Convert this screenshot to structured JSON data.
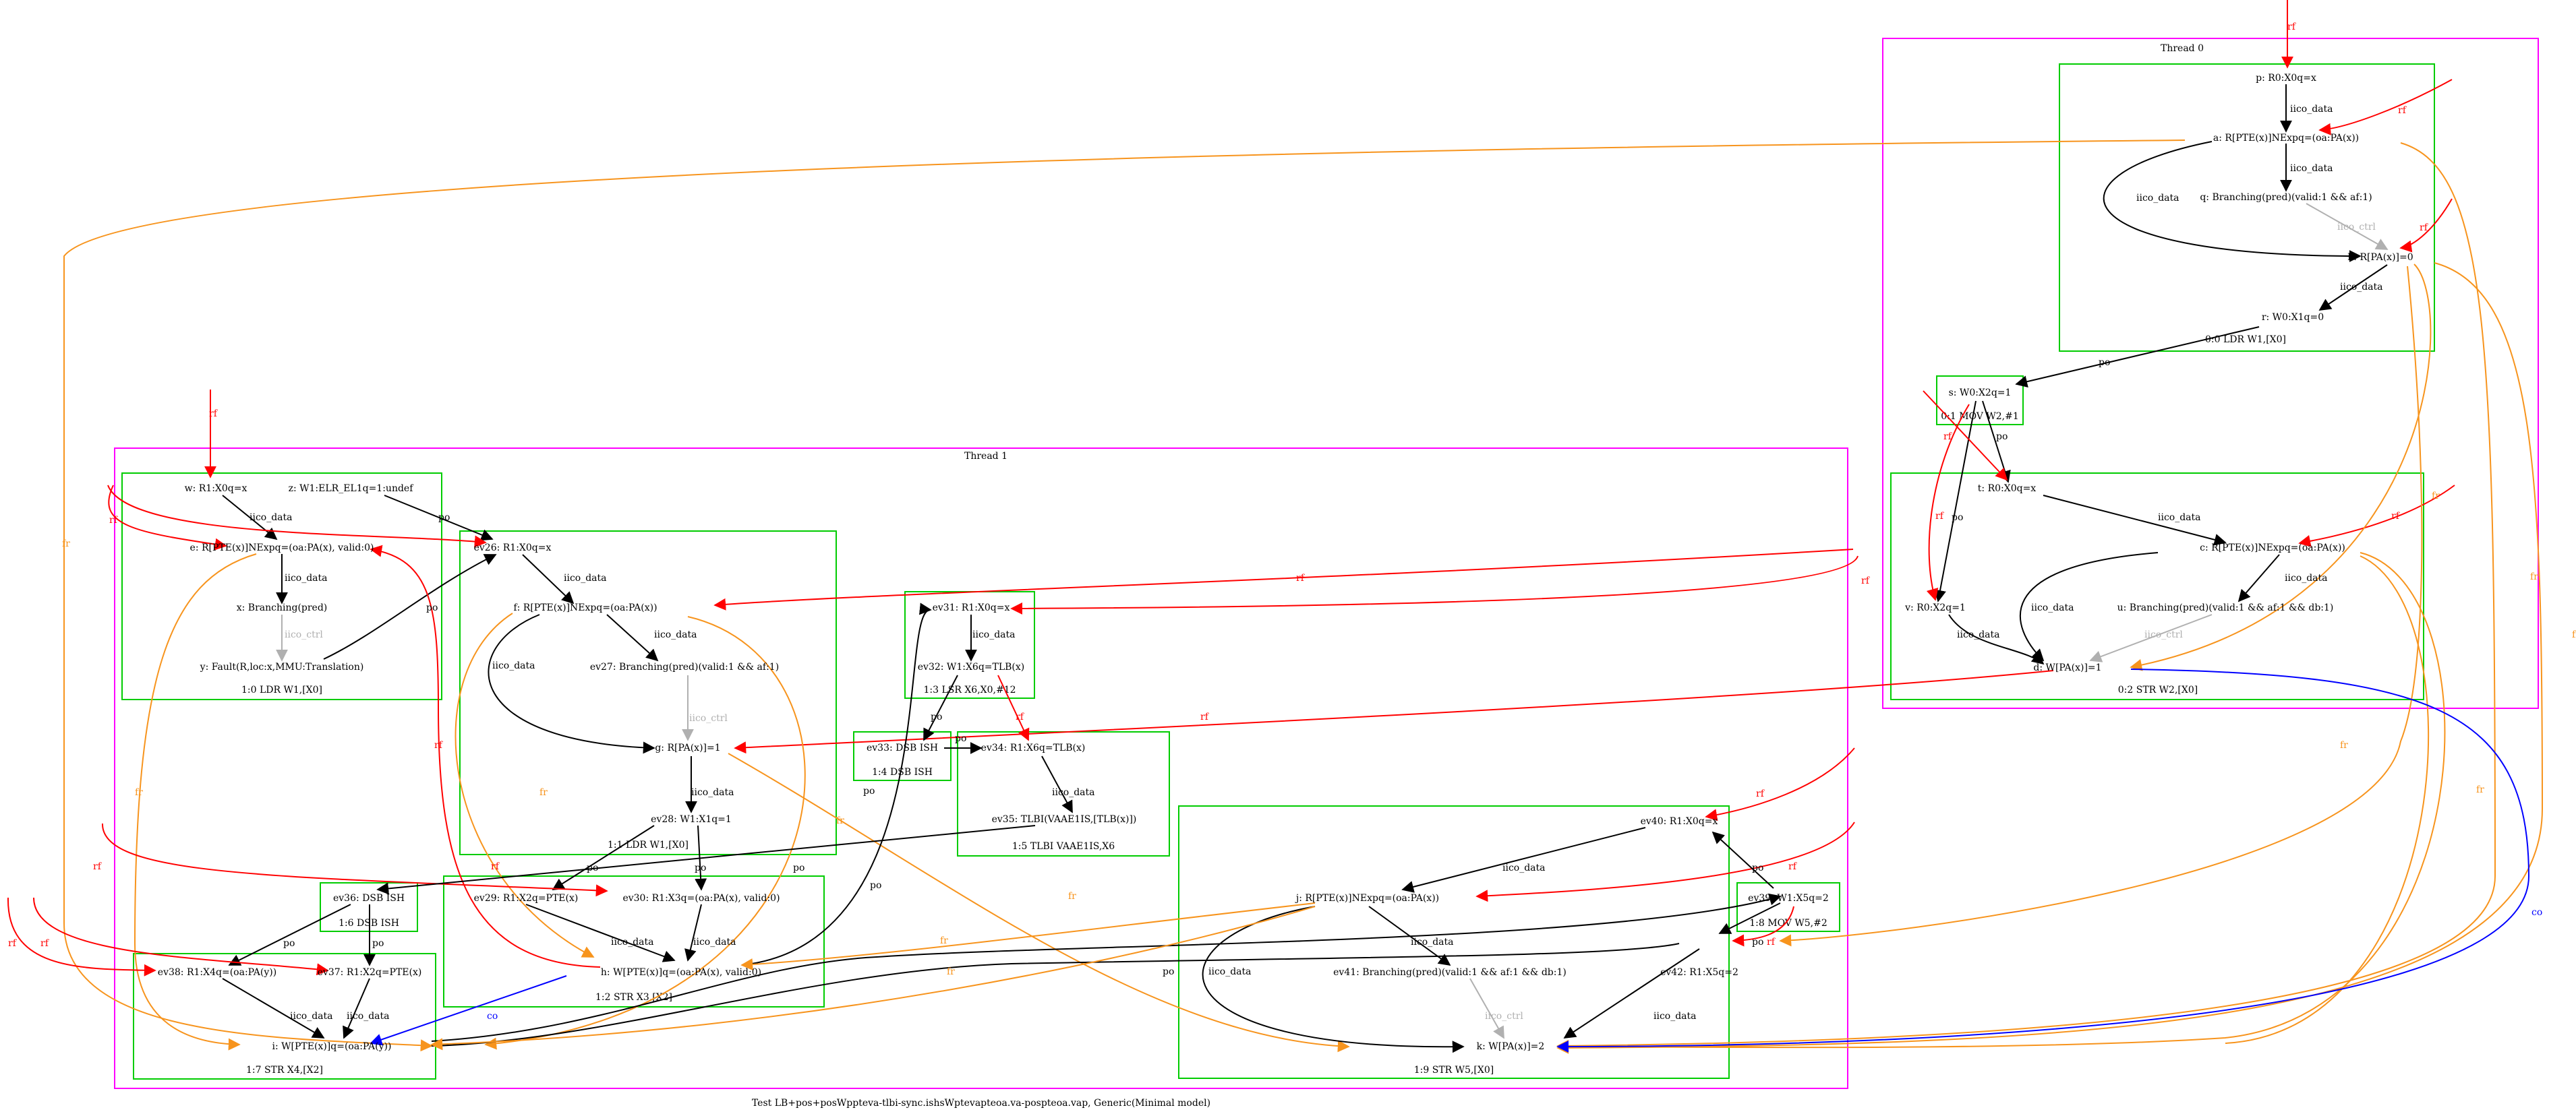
{
  "title": "Test LB+pos+posWppteva-tlbi-sync.ishsWptevapteoa.va-pospteoa.vap, Generic(Minimal model)",
  "colors": {
    "thread": "#ff00ff",
    "instr": "#00cc00",
    "po": "#000000",
    "rf": "#ff0000",
    "fr": "#f7941d",
    "co": "#0000ff",
    "ctrl": "#b0b0b0"
  },
  "threads": [
    {
      "id": "t0",
      "label": "Thread 0"
    },
    {
      "id": "t1",
      "label": "Thread 1"
    }
  ],
  "instructions": [
    {
      "id": "i00",
      "label": "0:0 LDR W1,[X0]"
    },
    {
      "id": "i01",
      "label": "0:1 MOV W2,#1"
    },
    {
      "id": "i02",
      "label": "0:2 STR W2,[X0]"
    },
    {
      "id": "i10",
      "label": "1:0 LDR W1,[X0]"
    },
    {
      "id": "i11",
      "label": "1:1 LDR W1,[X0]"
    },
    {
      "id": "i12",
      "label": "1:2 STR X3,[X2]"
    },
    {
      "id": "i13",
      "label": "1:3 LSR X6,X0,#12"
    },
    {
      "id": "i14",
      "label": "1:4 DSB ISH"
    },
    {
      "id": "i15",
      "label": "1:5 TLBI VAAE1IS,X6"
    },
    {
      "id": "i16",
      "label": "1:6 DSB ISH"
    },
    {
      "id": "i17",
      "label": "1:7 STR X4,[X2]"
    },
    {
      "id": "i18",
      "label": "1:8 MOV W5,#2"
    },
    {
      "id": "i19",
      "label": "1:9 STR W5,[X0]"
    }
  ],
  "events": [
    {
      "id": "p",
      "label": "p: R0:X0q=x"
    },
    {
      "id": "a",
      "label": "a: R[PTE(x)]NExpq=(oa:PA(x))"
    },
    {
      "id": "q",
      "label": "q: Branching(pred)(valid:1 && af:1)"
    },
    {
      "id": "b",
      "label": "b: R[PA(x)]=0"
    },
    {
      "id": "r",
      "label": "r: W0:X1q=0"
    },
    {
      "id": "s",
      "label": "s: W0:X2q=1"
    },
    {
      "id": "t",
      "label": "t: R0:X0q=x"
    },
    {
      "id": "c",
      "label": "c: R[PTE(x)]NExpq=(oa:PA(x))"
    },
    {
      "id": "u",
      "label": "u: Branching(pred)(valid:1 && af:1 && db:1)"
    },
    {
      "id": "v",
      "label": "v: R0:X2q=1"
    },
    {
      "id": "d",
      "label": "d: W[PA(x)]=1"
    },
    {
      "id": "w",
      "label": "w: R1:X0q=x"
    },
    {
      "id": "z",
      "label": "z: W1:ELR_EL1q=1:undef"
    },
    {
      "id": "e",
      "label": "e: R[PTE(x)]NExpq=(oa:PA(x), valid:0)"
    },
    {
      "id": "x",
      "label": "x: Branching(pred)"
    },
    {
      "id": "y",
      "label": "y: Fault(R,loc:x,MMU:Translation)"
    },
    {
      "id": "ev26",
      "label": "ev26: R1:X0q=x"
    },
    {
      "id": "f",
      "label": "f: R[PTE(x)]NExpq=(oa:PA(x))"
    },
    {
      "id": "ev27",
      "label": "ev27: Branching(pred)(valid:1 && af:1)"
    },
    {
      "id": "g",
      "label": "g: R[PA(x)]=1"
    },
    {
      "id": "ev28",
      "label": "ev28: W1:X1q=1"
    },
    {
      "id": "ev29",
      "label": "ev29: R1:X2q=PTE(x)"
    },
    {
      "id": "ev30",
      "label": "ev30: R1:X3q=(oa:PA(x), valid:0)"
    },
    {
      "id": "h",
      "label": "h: W[PTE(x)]q=(oa:PA(x), valid:0)"
    },
    {
      "id": "ev31",
      "label": "ev31: R1:X0q=x"
    },
    {
      "id": "ev32",
      "label": "ev32: W1:X6q=TLB(x)"
    },
    {
      "id": "ev33",
      "label": "ev33: DSB ISH"
    },
    {
      "id": "ev34",
      "label": "ev34: R1:X6q=TLB(x)"
    },
    {
      "id": "ev35",
      "label": "ev35: TLBI(VAAE1IS,[TLB(x)])"
    },
    {
      "id": "ev36",
      "label": "ev36: DSB ISH"
    },
    {
      "id": "ev37",
      "label": "ev37: R1:X2q=PTE(x)"
    },
    {
      "id": "ev38",
      "label": "ev38: R1:X4q=(oa:PA(y))"
    },
    {
      "id": "i",
      "label": "i: W[PTE(x)]q=(oa:PA(y))"
    },
    {
      "id": "ev40",
      "label": "ev40: R1:X0q=x"
    },
    {
      "id": "j",
      "label": "j: R[PTE(x)]NExpq=(oa:PA(x))"
    },
    {
      "id": "ev41",
      "label": "ev41: Branching(pred)(valid:1 && af:1 && db:1)"
    },
    {
      "id": "ev39",
      "label": "ev39: W1:X5q=2"
    },
    {
      "id": "ev42",
      "label": "ev42: R1:X5q=2"
    },
    {
      "id": "k",
      "label": "k: W[PA(x)]=2"
    }
  ],
  "edge_labels": {
    "po": "po",
    "iico_data": "iico_data",
    "iico_ctrl": "iico_ctrl",
    "rf": "rf",
    "fr": "fr",
    "co": "co"
  }
}
